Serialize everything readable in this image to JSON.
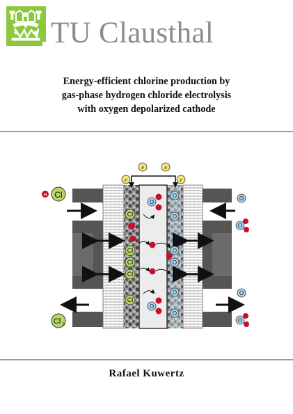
{
  "header": {
    "logo_text": "TU Clausthal",
    "brand_color": "#8dc63f",
    "logo_icon": "tu-clausthal-emblem"
  },
  "title_lines": [
    "Energy-efficient chlorine production by",
    "gas-phase hydrogen chloride electrolysis",
    "with oxygen depolarized cathode"
  ],
  "figure": {
    "electron_label": "e",
    "electron_superscript": "-",
    "hcl_h": "H",
    "hcl_cl": "Cl",
    "cl_label": "Cl",
    "cl2_label": "Cl",
    "cl2_subscript": "2",
    "o_label": "O",
    "colors": {
      "cl_green": "#b7d56a",
      "h_red": "#c8102e",
      "o_blue": "#a9d4ee",
      "electron_yellow": "#f3e37a",
      "plate_gray": "#555555"
    }
  },
  "author": "Rafael Kuwertz"
}
